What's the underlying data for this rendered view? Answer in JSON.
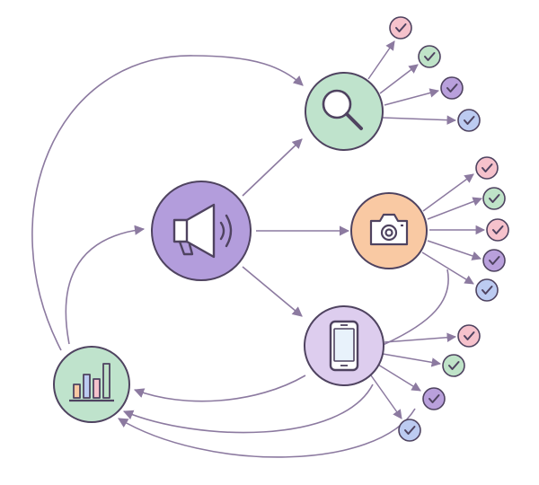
{
  "colors": {
    "line": "#8c7aa0",
    "node_stroke": "#4f4360",
    "megaphone_fill": "#b39ddc",
    "search_fill": "#bfe3cc",
    "camera_fill": "#f9c9a3",
    "phone_fill": "#ddcdee",
    "chart_fill": "#bfe3cc",
    "check_pink": "#f6c2cc",
    "check_green": "#bfe3c8",
    "check_purple": "#b9a0dc",
    "check_blue": "#bccbf1",
    "check_mark": "#4f4360"
  },
  "nodes": {
    "megaphone": {
      "icon": "megaphone-icon"
    },
    "search": {
      "icon": "magnifier-icon"
    },
    "camera": {
      "icon": "camera-icon"
    },
    "phone": {
      "icon": "smartphone-icon"
    },
    "chart": {
      "icon": "bar-chart-icon"
    }
  },
  "check_groups": {
    "search": [
      "pink",
      "green",
      "purple",
      "blue"
    ],
    "camera": [
      "pink",
      "green",
      "pink",
      "purple",
      "blue"
    ],
    "phone": [
      "pink",
      "green",
      "purple",
      "blue"
    ]
  }
}
